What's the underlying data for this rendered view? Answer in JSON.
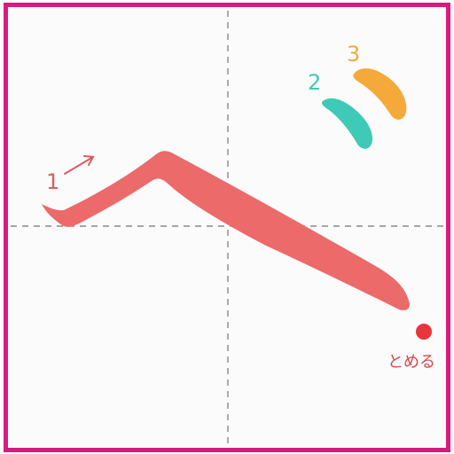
{
  "colors": {
    "border": "#d81b7f",
    "guide": "#8a8a8a",
    "stroke1": "#ec6a6a",
    "stroke2": "#3fc9b7",
    "stroke3": "#f6a93b",
    "stop_dot": "#e8343b",
    "stop_text": "#d9454a"
  },
  "strokes": [
    {
      "number": "1",
      "color_key": "stroke1"
    },
    {
      "number": "2",
      "color_key": "stroke2"
    },
    {
      "number": "3",
      "color_key": "stroke3"
    }
  ],
  "stop_marker": {
    "label": "とめる"
  }
}
